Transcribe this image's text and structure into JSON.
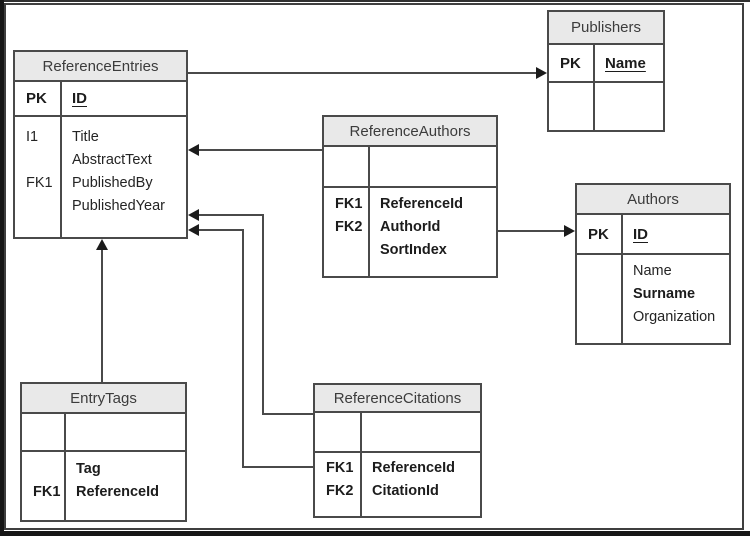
{
  "diagram": {
    "type": "entity-relationship",
    "colors": {
      "header_bg": "#e9e9e9",
      "table_border": "#4a4a4a",
      "connector_line": "#4a4a4a",
      "arrowhead": "#1b1b1b",
      "page_frame": "#3f3f3f",
      "text": "#242424"
    },
    "tables": {
      "reference_entries": {
        "title": "ReferenceEntries",
        "key_row": {
          "key": "PK",
          "field": "ID"
        },
        "body": {
          "keys": [
            "I1",
            "",
            "FK1",
            ""
          ],
          "fields": [
            "Title",
            "AbstractText",
            "PublishedBy",
            "PublishedYear"
          ]
        }
      },
      "publishers": {
        "title": "Publishers",
        "key_row": {
          "key": "PK",
          "field": "Name"
        }
      },
      "reference_authors": {
        "title": "ReferenceAuthors",
        "body": {
          "keys": [
            "FK1",
            "FK2",
            ""
          ],
          "fields": [
            "ReferenceId",
            "AuthorId",
            "SortIndex"
          ]
        }
      },
      "authors": {
        "title": "Authors",
        "key_row": {
          "key": "PK",
          "field": "ID"
        },
        "body": {
          "keys": [
            "",
            "",
            ""
          ],
          "fields": [
            "Name",
            "Surname",
            "Organization"
          ]
        }
      },
      "entry_tags": {
        "title": "EntryTags",
        "body": {
          "keys": [
            "",
            "FK1"
          ],
          "fields": [
            "Tag",
            "ReferenceId"
          ]
        }
      },
      "reference_citations": {
        "title": "ReferenceCitations",
        "body": {
          "keys": [
            "FK1",
            "FK2"
          ],
          "fields": [
            "ReferenceId",
            "CitationId"
          ]
        }
      }
    },
    "relationships": [
      {
        "from": "ReferenceEntries",
        "to": "Publishers"
      },
      {
        "from": "ReferenceAuthors",
        "to": "ReferenceEntries"
      },
      {
        "from": "ReferenceAuthors",
        "to": "Authors"
      },
      {
        "from": "EntryTags",
        "to": "ReferenceEntries"
      },
      {
        "from": "ReferenceCitations",
        "to": "ReferenceEntries"
      },
      {
        "from": "ReferenceCitations",
        "to": "ReferenceEntries"
      }
    ]
  }
}
